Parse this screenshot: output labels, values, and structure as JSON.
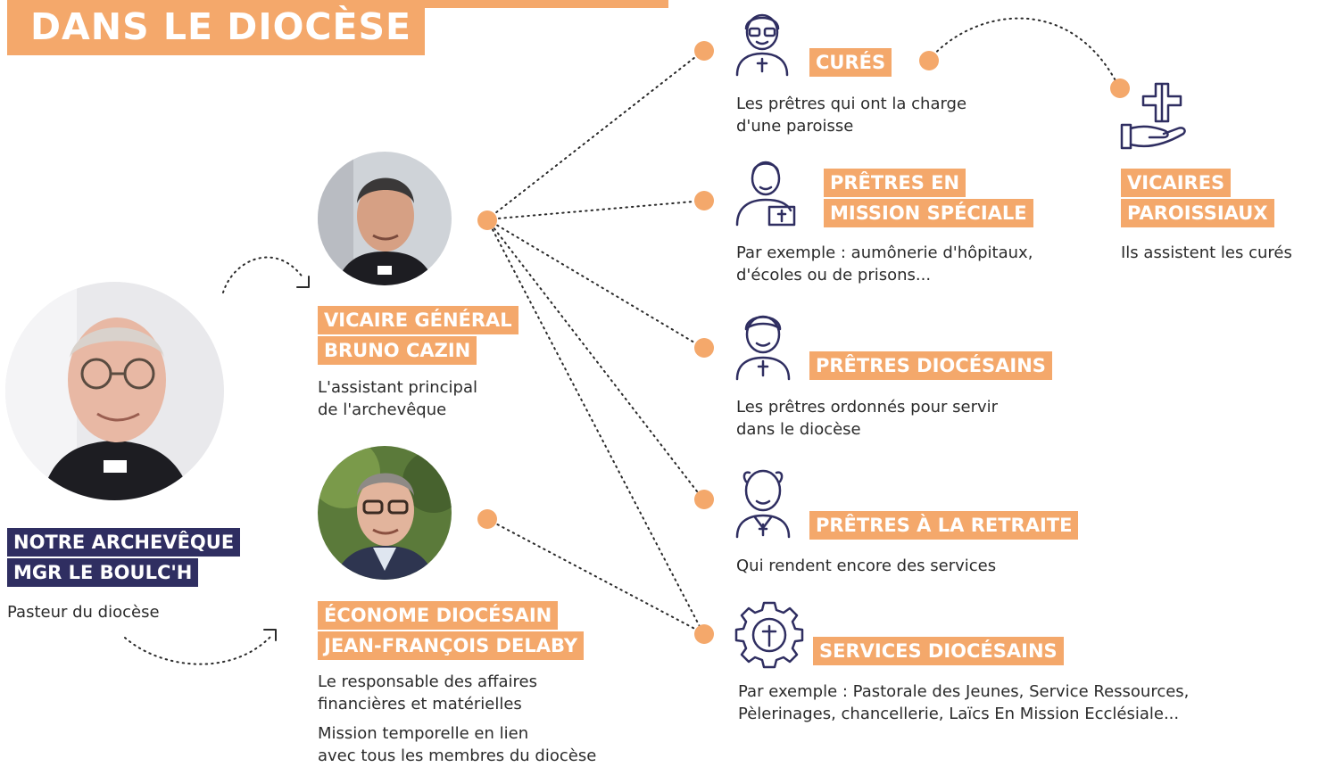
{
  "title": "DANS LE DIOCÈSE",
  "archbishop": {
    "line1": "NOTRE ARCHEVÊQUE",
    "line2": "MGR LE BOULC'H",
    "desc": "Pasteur du diocèse"
  },
  "vicar_general": {
    "line1": "VICAIRE GÉNÉRAL",
    "line2": "BRUNO CAZIN",
    "desc1": "L'assistant principal",
    "desc2": "de l'archevêque"
  },
  "econome": {
    "line1": "ÉCONOME DIOCÉSAIN",
    "line2": "JEAN-FRANÇOIS DELABY",
    "desc1": "Le responsable des affaires",
    "desc2": "financières et matérielles",
    "desc3": "Mission temporelle en lien",
    "desc4": "avec tous les membres du diocèse"
  },
  "cures": {
    "label": "CURÉS",
    "desc1": "Les prêtres qui ont la charge",
    "desc2": "d'une paroisse",
    "icon": "priest-cross-icon"
  },
  "mission": {
    "line1": "PRÊTRES EN",
    "line2": "MISSION SPÉCIALE",
    "desc1": "Par exemple : aumônerie d'hôpitaux,",
    "desc2": "d'écoles ou de prisons...",
    "icon": "priest-book-icon"
  },
  "diocesains": {
    "label": "PRÊTRES DIOCÉSAINS",
    "desc1": "Les prêtres ordonnés pour servir",
    "desc2": "dans le diocèse",
    "icon": "young-priest-icon"
  },
  "retraite": {
    "label": "PRÊTRES À LA RETRAITE",
    "desc": "Qui rendent encore des services",
    "icon": "elderly-priest-icon"
  },
  "services": {
    "label": "SERVICES DIOCÉSAINS",
    "desc1": "Par exemple : Pastorale des Jeunes, Service Ressources,",
    "desc2": "Pèlerinages, chancellerie, Laïcs En Mission Ecclésiale...",
    "icon": "gear-cross-icon"
  },
  "vicaires": {
    "line1": "VICAIRES",
    "line2": "PAROISSIAUX",
    "desc": "Ils assistent les curés",
    "icon": "hand-cross-icon"
  },
  "colors": {
    "accent": "#f4a86b",
    "dark": "#2f2e61",
    "text": "#2b2b2b",
    "icon": "#2f2e61"
  }
}
